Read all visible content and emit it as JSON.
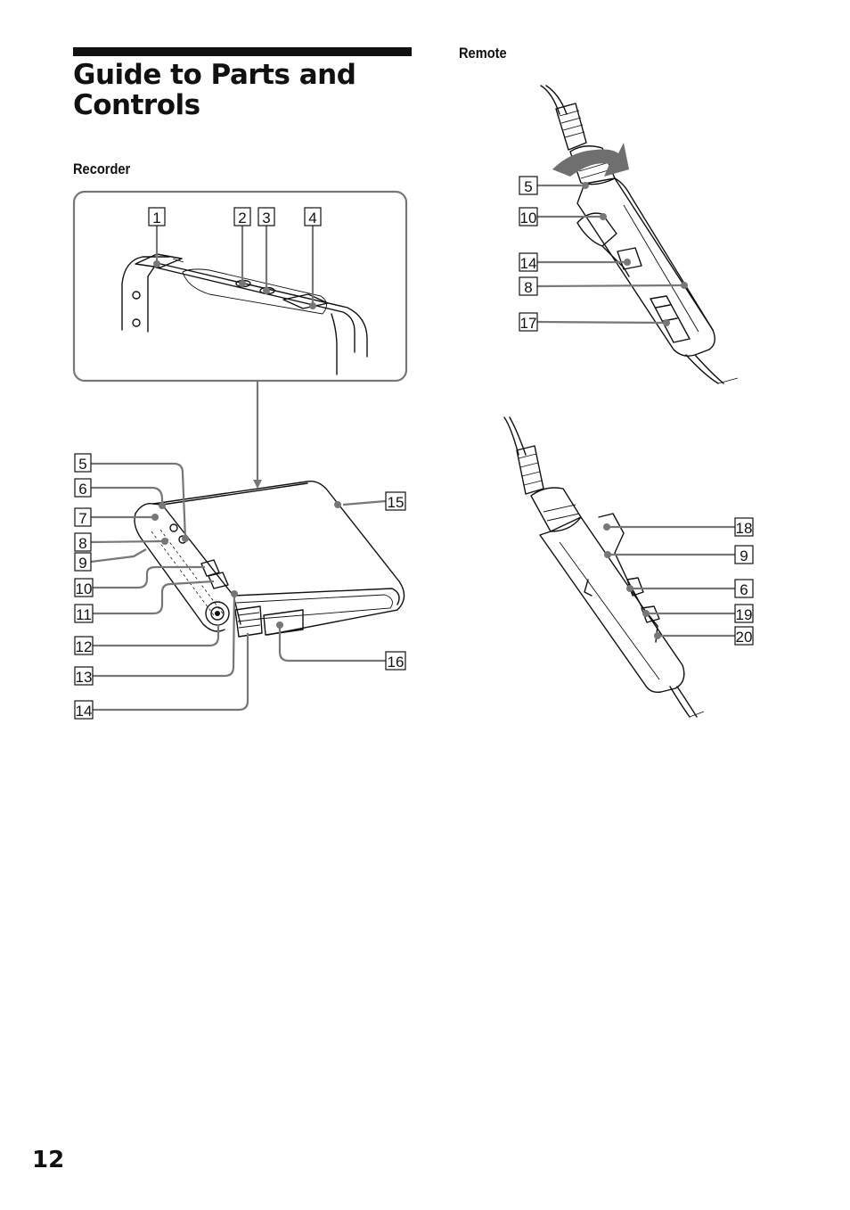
{
  "heading": {
    "title_line1": "Guide to Parts and",
    "title_line2": "Controls"
  },
  "sections": {
    "recorder": "Recorder",
    "remote": "Remote"
  },
  "callouts": {
    "recorder_top": [
      "1",
      "2",
      "3",
      "4"
    ],
    "recorder_left": [
      "5",
      "6",
      "7",
      "8",
      "9",
      "10",
      "11",
      "12",
      "13",
      "14"
    ],
    "recorder_right": [
      "15",
      "16"
    ],
    "remote_front": [
      "5",
      "10",
      "14",
      "8",
      "17"
    ],
    "remote_side": [
      "18",
      "9",
      "6",
      "19",
      "20"
    ]
  },
  "page_number": "12",
  "colors": {
    "ink": "#111111",
    "leader_gray": "#777777",
    "volume_arrow": "#6f6f6f"
  }
}
